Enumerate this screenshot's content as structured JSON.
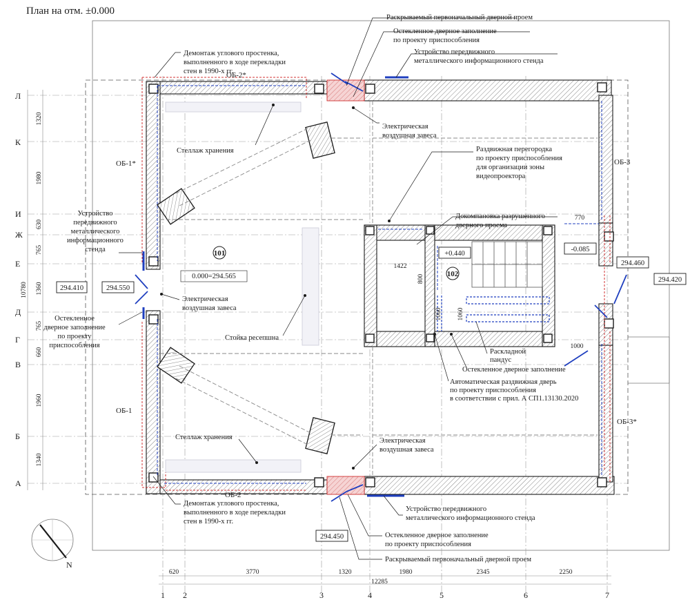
{
  "page_title": "План на отм. ±0.000",
  "row_axes": [
    "Л",
    "К",
    "И",
    "Ж",
    "Е",
    "Д",
    "Г",
    "В",
    "Б",
    "А"
  ],
  "column_axes": [
    "1",
    "2",
    "3",
    "4",
    "5",
    "6",
    "7"
  ],
  "vertical_dims": [
    "1320",
    "1980",
    "630",
    "765",
    "1360",
    "765",
    "660",
    "1960",
    "1340"
  ],
  "overall_vertical_dim": "10780",
  "horizontal_dims": [
    "620",
    "3770",
    "1320",
    "1980",
    "2345",
    "2250"
  ],
  "overall_horizontal_dim": "12285",
  "rooms": [
    "101",
    "102"
  ],
  "elevations": {
    "e_294410": "294.410",
    "e_294550": "294.550",
    "e_294450": "294.450",
    "e_294420": "294.420",
    "e_294460": "294.460",
    "e_zero": "0.000=294.565",
    "e_plus0440": "+0.440",
    "e_minus0085": "-0.085"
  },
  "inner_dims": {
    "d1422": "1422",
    "d800": "800",
    "d1060a": "1060",
    "d1060b": "1060",
    "d770": "770",
    "d1000": "1000"
  },
  "marks": {
    "ob1_top": "ОБ-1*",
    "ob1_bottom": "ОБ-1",
    "ob2_top": "ОБ-2*",
    "ob2_bottom": "ОБ-2",
    "ob3_top": "ОБ-3",
    "ob3_bottom": "ОБ-3*"
  },
  "notes": {
    "raskr_top": "Раскрываемый первоначальный дверной проем",
    "osteklen_top_1": "Остекленное дверное заполнение",
    "osteklen_top_2": "по проекту приспособления",
    "stend_top_1": "Устройство передвижного",
    "stend_top_2": "металлического информационного стенда",
    "demontazh_top_1": "Демонтаж углового простенка,",
    "demontazh_top_2": "выполненного в ходе перекладки",
    "demontazh_top_3": "стен в 1990-х гг.",
    "zavesa_top_1": "Электрическая",
    "zavesa_top_2": "воздушная завеса",
    "stellazh_top": "Стеллаж хранения",
    "razdv_1": "Раздвижная  перегородка",
    "razdv_2": "по проекту приспособления",
    "razdv_3": "для организации зоны",
    "razdv_4": "видеопроектора",
    "dokomp_1": "Докомпановка разрушенного",
    "dokomp_2": "дверного проема",
    "stend_left_1": "Устройство",
    "stend_left_2": "передвижного",
    "stend_left_3": "металлического",
    "stend_left_4": "информационного",
    "stend_left_5": "стенда",
    "zavesa_mid_1": "Электрическая",
    "zavesa_mid_2": "воздушная завеса",
    "osteklen_left_1": "Остекленное",
    "osteklen_left_2": "дверное заполнение",
    "osteklen_left_3": "по проекту",
    "osteklen_left_4": "приспособления",
    "stoika": "Стойка ресепшна",
    "raskladnoy_1": "Раскладной",
    "raskladnoy_2": "пандус",
    "osteklen_right": "Остекленное дверное заполнение",
    "avto_1": "Автоматическая раздвижная дверь",
    "avto_2": "по проекту приспособления",
    "avto_3": "в соответствии с прил. А СП1.13130.2020",
    "stellazh_bottom": "Стеллаж хранения",
    "zavesa_bot_1": "Электрическая",
    "zavesa_bot_2": "воздушная завеса",
    "demontazh_bot_1": "Демонтаж углового простенка,",
    "demontazh_bot_2": "выполненного в ходе перекладки",
    "demontazh_bot_3": "стен в 1990-х гг.",
    "stend_bot_1": "Устройство передвижного",
    "stend_bot_2": "металлического информационного стенда",
    "osteklen_bot_1": "Остекленное дверное заполнение",
    "osteklen_bot_2": "по проекту приспособления",
    "raskr_bot": "Раскрываемый первоначальный дверной проем"
  },
  "compass_label": "N",
  "colors": {
    "ink": "#1a1a1a",
    "blue": "#1f3fbf",
    "red": "#d03030",
    "hatch_red": "#e8a0a0",
    "gray": "#888888"
  }
}
